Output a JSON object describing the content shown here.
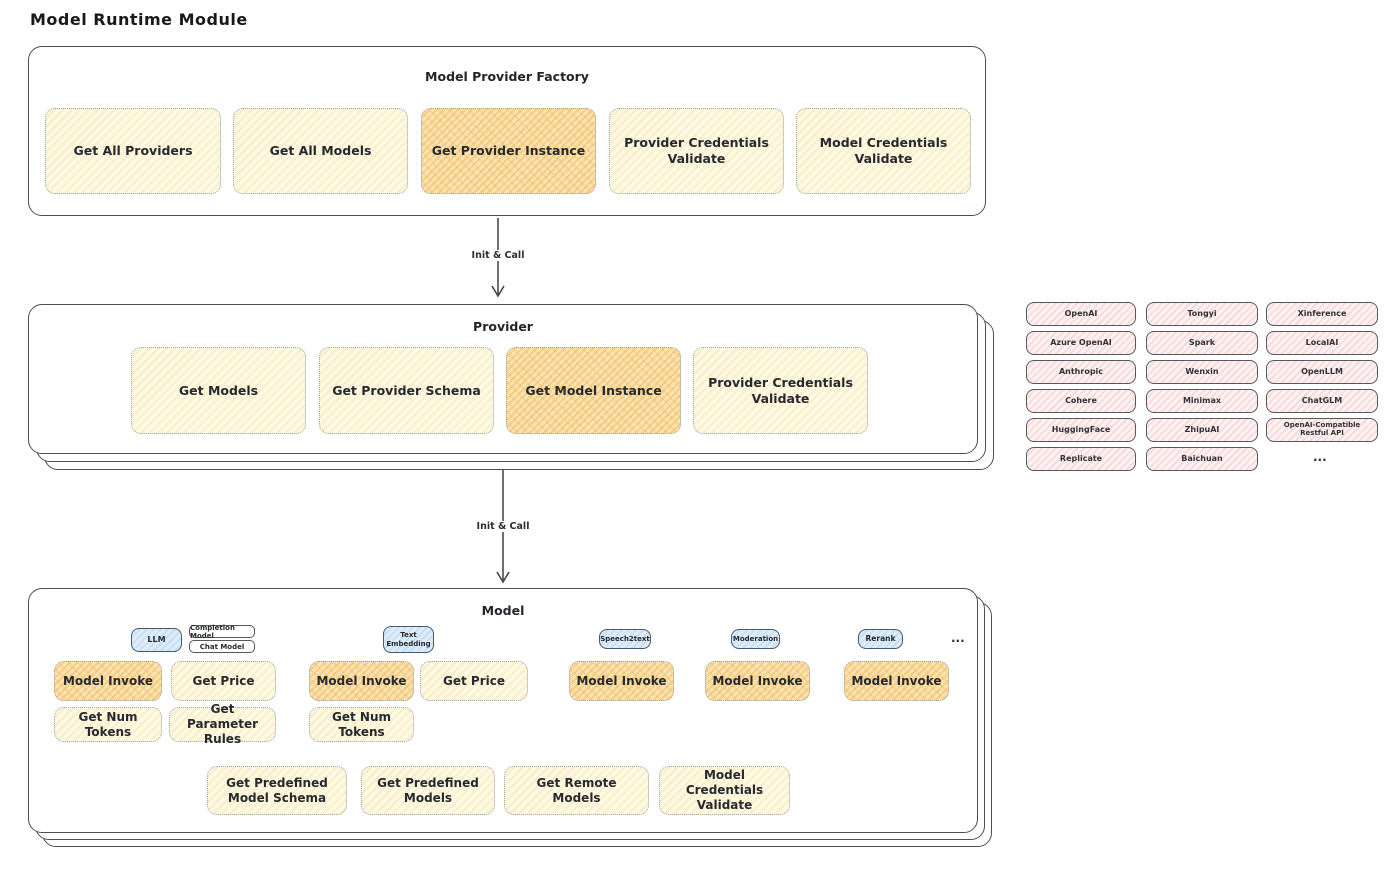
{
  "page": {
    "title": "Model Runtime Module"
  },
  "factory": {
    "title": "Model Provider Factory",
    "buttons": [
      {
        "label": "Get All Providers"
      },
      {
        "label": "Get All Models"
      },
      {
        "label": "Get Provider Instance"
      },
      {
        "label": "Provider Credentials Validate"
      },
      {
        "label": "Model Credentials Validate"
      }
    ]
  },
  "arrows": {
    "label1": "Init & Call",
    "label2": "Init & Call"
  },
  "provider": {
    "title": "Provider",
    "buttons": [
      {
        "label": "Get Models"
      },
      {
        "label": "Get Provider Schema"
      },
      {
        "label": "Get Model Instance"
      },
      {
        "label": "Provider Credentials Validate"
      }
    ]
  },
  "provider_list": {
    "col1": [
      "OpenAI",
      "Azure OpenAI",
      "Anthropic",
      "Cohere",
      "HuggingFace",
      "Replicate"
    ],
    "col2": [
      "Tongyi",
      "Spark",
      "Wenxin",
      "Minimax",
      "ZhipuAI",
      "Baichuan"
    ],
    "col3": [
      "Xinference",
      "LocalAI",
      "OpenLLM",
      "ChatGLM",
      "OpenAI-Compatible Restful API"
    ],
    "ellipsis": "..."
  },
  "model": {
    "title": "Model",
    "types": {
      "llm": "LLM",
      "completion": "Completion Model",
      "chat": "Chat Model",
      "text_embedding": "Text Embedding",
      "speech2text": "Speech2text",
      "moderation": "Moderation",
      "rerank": "Rerank",
      "ellipsis": "..."
    },
    "actions": {
      "model_invoke": "Model Invoke",
      "get_price": "Get Price",
      "get_num_tokens": "Get Num Tokens",
      "get_parameter_rules": "Get Parameter Rules",
      "get_predefined_model_schema": "Get Predefined Model Schema",
      "get_predefined_models": "Get Predefined Models",
      "get_remote_models": "Get Remote Models",
      "model_credentials_validate": "Model Credentials Validate"
    }
  },
  "colors": {
    "highlight_fill": "#fae4b4",
    "light_fill": "#fdf8e2",
    "pill_fill": "#dcecf9",
    "chip_fill": "#fdf1f1",
    "stroke": "#4a4f55"
  }
}
